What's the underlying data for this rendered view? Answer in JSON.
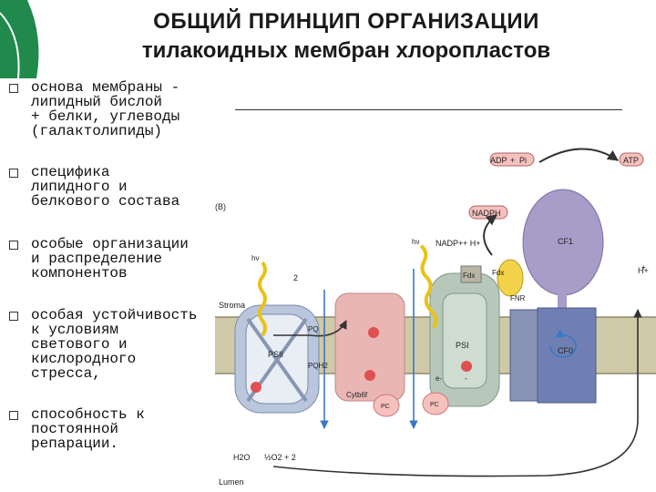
{
  "title": {
    "line1": "ОБЩИЙ ПРИНЦИП ОРГАНИЗАЦИИ",
    "line2": "тилакоидных мембран хлоропластов"
  },
  "bullets": [
    {
      "text": "основа мембраны -\nлипидный бислой\n+ белки, углеводы\n(галактолипиды)"
    },
    {
      "text": "специфика\nлипидного и\nбелкового состава"
    },
    {
      "text": "особые организации\nи распределение\nкомпонентов"
    },
    {
      "text": "особая устойчивость\nк условиям\nсветового и\nкислородного\nстресса,"
    },
    {
      "text": "способность к\nпостоянной\nрепарации."
    }
  ],
  "diagram": {
    "labels": {
      "adp": "ADP",
      "plus": "+",
      "pi": "Pi",
      "atp": "ATP",
      "nadph": "NADPH",
      "nadp": "NADP+",
      "h_plus_nadp": "+ H+",
      "cf1": "CF1",
      "cf0": "CF0",
      "fdx": "Fdx",
      "fdx_reduced": "Fdx",
      "fnr": "FNR",
      "stroma": "Stroma",
      "lumen": "Lumen",
      "psii": "PSII",
      "psi": "PSI",
      "pq": "PQ",
      "pqh2": "PQH2",
      "cyt_b6f": "Cytb6f",
      "pc1": "PC",
      "pc2": "PC",
      "h2o": "H2O",
      "half_o2": "½O2 + 2",
      "two_h_stroma": "2",
      "h_top_right": "H+",
      "h_right_mid": "+",
      "hv1": "hν",
      "hv2": "hν",
      "e_label": "e-",
      "minus": "-",
      "b_tag": "(B)"
    },
    "colors": {
      "psii": "#b9c6dc",
      "cytb6f": "#e9b6b4",
      "psi": "#b7c8bb",
      "cf1": "#a89cc8",
      "cf0": "#6f7fb3",
      "membrane": "#cfc9a7",
      "fdx": "#b9b5a5",
      "fnr": "#f3d34a",
      "bubble": "#f6c1bd"
    }
  }
}
